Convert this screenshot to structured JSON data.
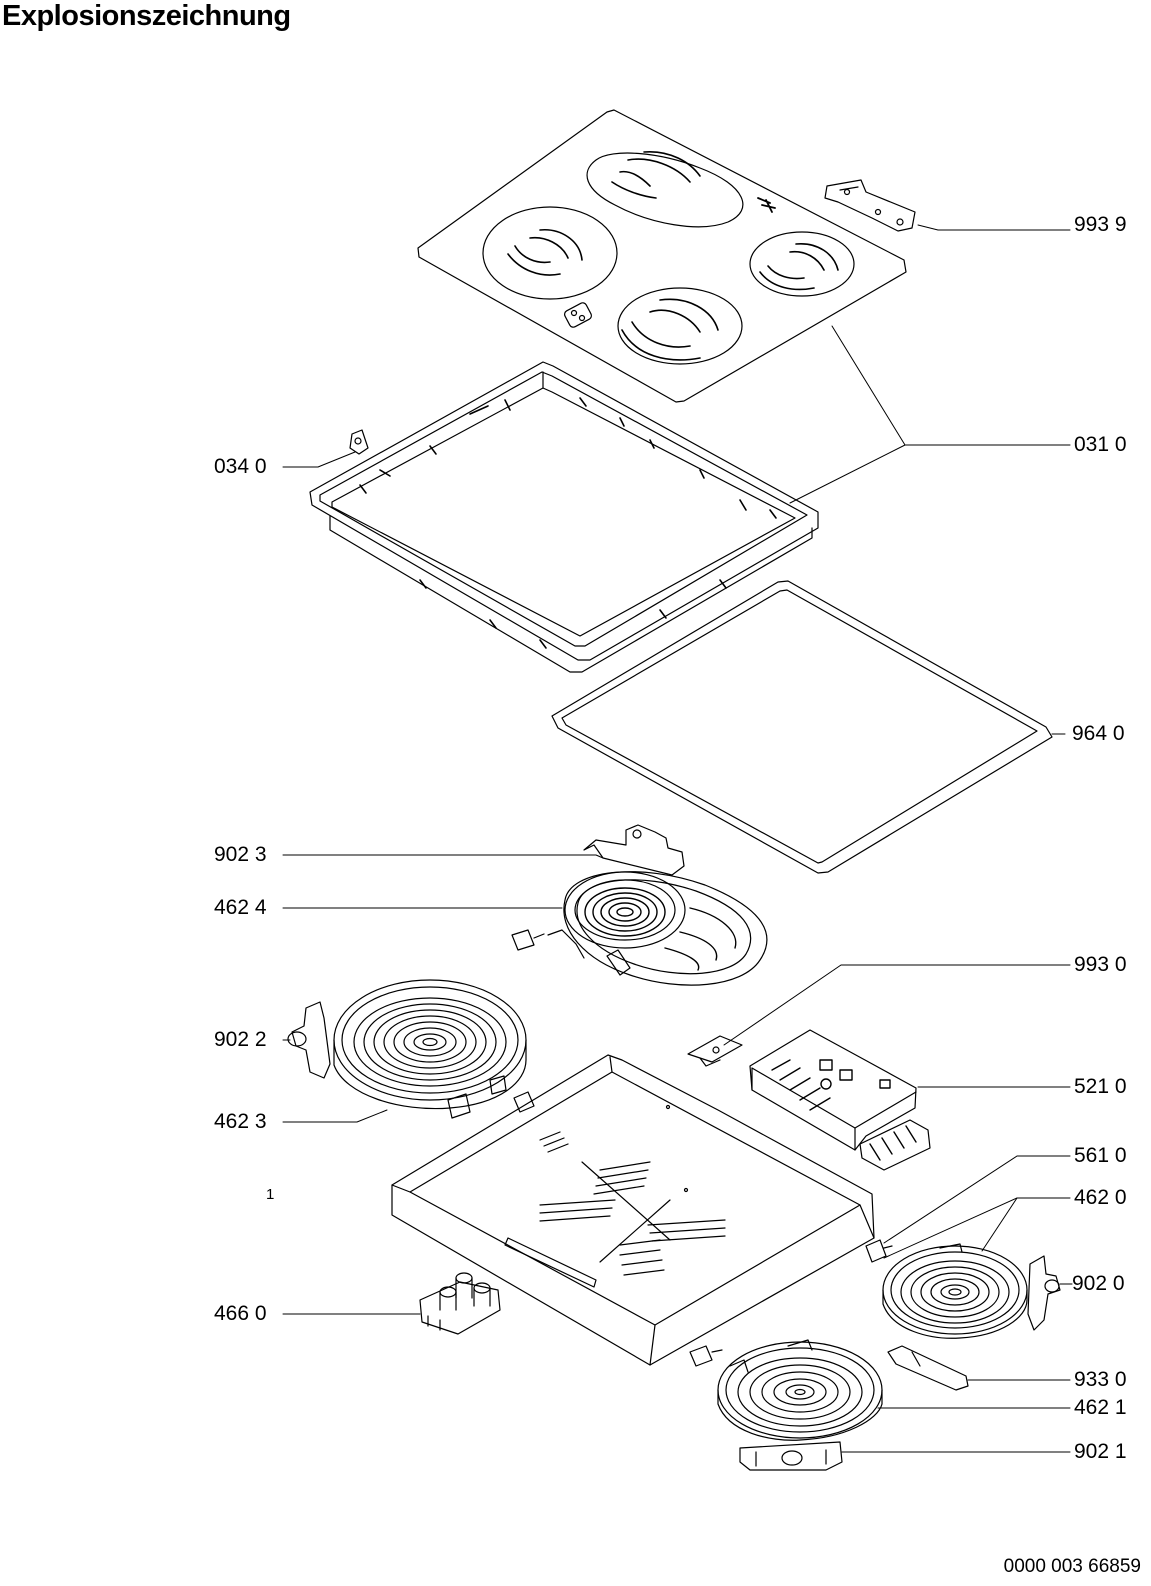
{
  "title": "Explosionszeichnung",
  "document_number": "0000 003 66859",
  "callouts": {
    "c9939": "993 9",
    "c0310": "031 0",
    "c0340": "034 0",
    "c9640": "964 0",
    "c9023": "902 3",
    "c4624": "462 4",
    "c9930": "993 0",
    "c9022": "902 2",
    "c5210": "521 0",
    "c4623": "462 3",
    "c5610": "561 0",
    "c1": "1",
    "c4620": "462 0",
    "c9020": "902 0",
    "c4660": "466 0",
    "c9330": "933 0",
    "c4621": "462 1",
    "c9021": "902 1"
  }
}
